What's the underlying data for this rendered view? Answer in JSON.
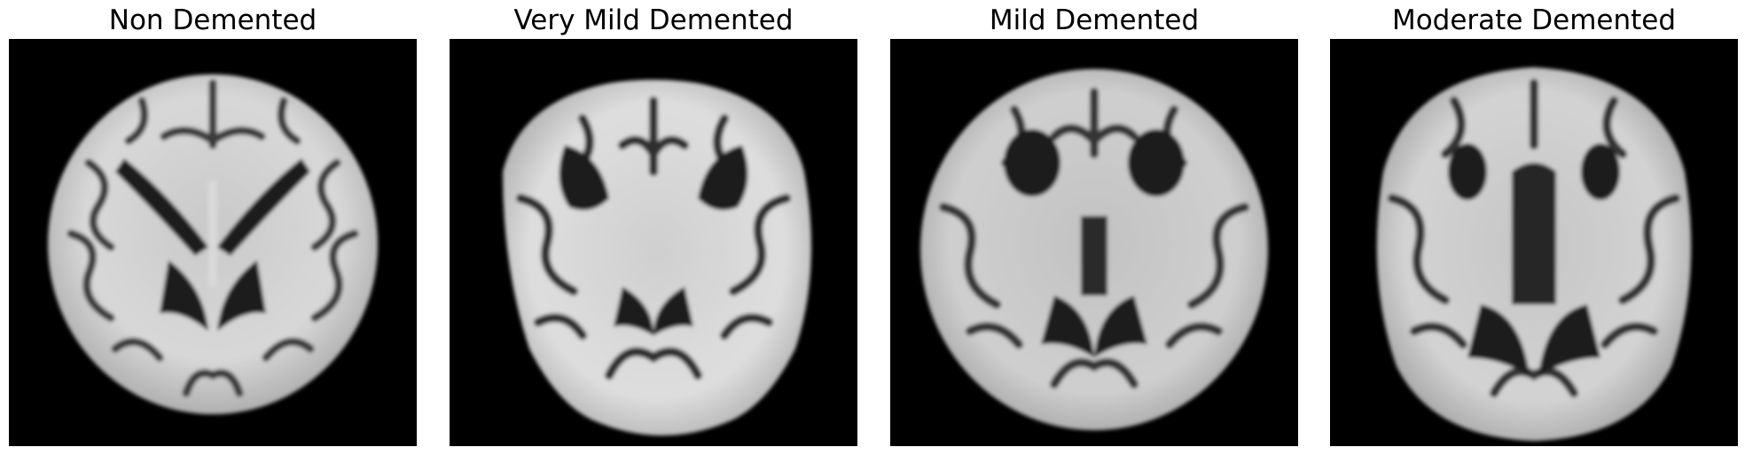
{
  "figure": {
    "panels": [
      {
        "title": "Non Demented"
      },
      {
        "title": "Very Mild Demented"
      },
      {
        "title": "Mild Demented"
      },
      {
        "title": "Moderate Demented"
      }
    ]
  }
}
